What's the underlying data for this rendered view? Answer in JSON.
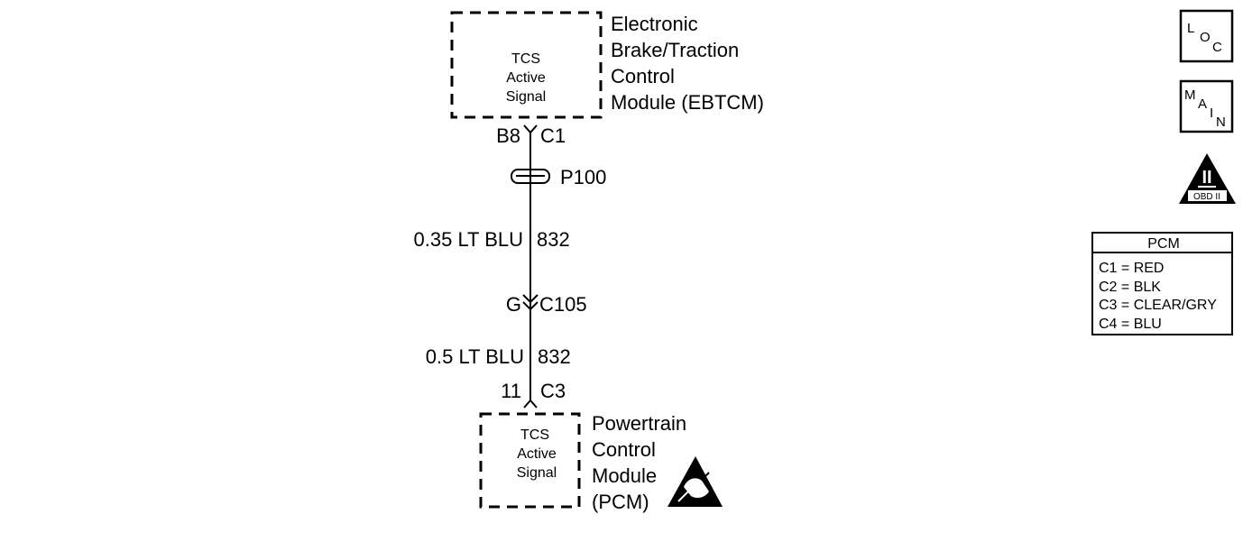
{
  "ebtcm": {
    "name_lines": [
      "Electronic",
      "Brake/Traction",
      "Control",
      "Module (EBTCM)"
    ],
    "signal_lines": [
      "TCS",
      "Active",
      "Signal"
    ],
    "pin": "B8",
    "connector": "C1"
  },
  "splice": {
    "label": "P100"
  },
  "wire_upper": {
    "gauge_color": "0.35 LT BLU",
    "circuit": "832"
  },
  "inline_connector": {
    "pin": "G",
    "connector": "C105"
  },
  "wire_lower": {
    "gauge_color": "0.5 LT BLU",
    "circuit": "832"
  },
  "pcm": {
    "pin": "11",
    "connector": "C3",
    "signal_lines": [
      "TCS",
      "Active",
      "Signal"
    ],
    "name_lines": [
      "Powertrain",
      "Control",
      "Module",
      "(PCM)"
    ]
  },
  "side_icons": {
    "loc": {
      "letters": [
        "L",
        "O",
        "C"
      ],
      "icon": "location-icon"
    },
    "main": {
      "letters": [
        "M",
        "A",
        "I",
        "N"
      ],
      "icon": "main-icon"
    },
    "obd": {
      "symbol": "II",
      "caption": "OBD II",
      "icon": "obd-ii-icon"
    },
    "esd_icon": "esd-sensitive-icon"
  },
  "pcm_legend": {
    "title": "PCM",
    "rows": [
      "C1 = RED",
      "C2 = BLK",
      "C3 = CLEAR/GRY",
      "C4 = BLU"
    ]
  }
}
